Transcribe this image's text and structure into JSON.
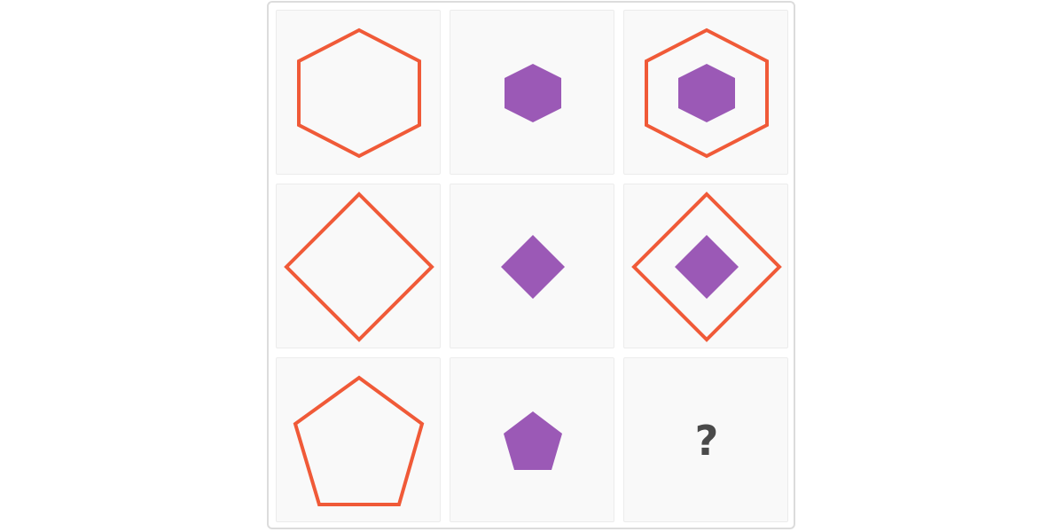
{
  "puzzle": {
    "colors": {
      "outline": "#f05a38",
      "fill": "#9b59b6",
      "cell_background": "#f9f9f9",
      "question_mark": "#4a4a4a"
    },
    "rows": [
      {
        "shape": "hexagon",
        "cells": [
          {
            "content": "outline-hexagon"
          },
          {
            "content": "filled-hexagon"
          },
          {
            "content": "outline-hexagon-with-filled-hexagon"
          }
        ]
      },
      {
        "shape": "diamond",
        "cells": [
          {
            "content": "outline-diamond"
          },
          {
            "content": "filled-diamond"
          },
          {
            "content": "outline-diamond-with-filled-diamond"
          }
        ]
      },
      {
        "shape": "pentagon",
        "cells": [
          {
            "content": "outline-pentagon"
          },
          {
            "content": "filled-pentagon"
          },
          {
            "content": "missing"
          }
        ]
      }
    ],
    "missing_cell_label": "?"
  }
}
